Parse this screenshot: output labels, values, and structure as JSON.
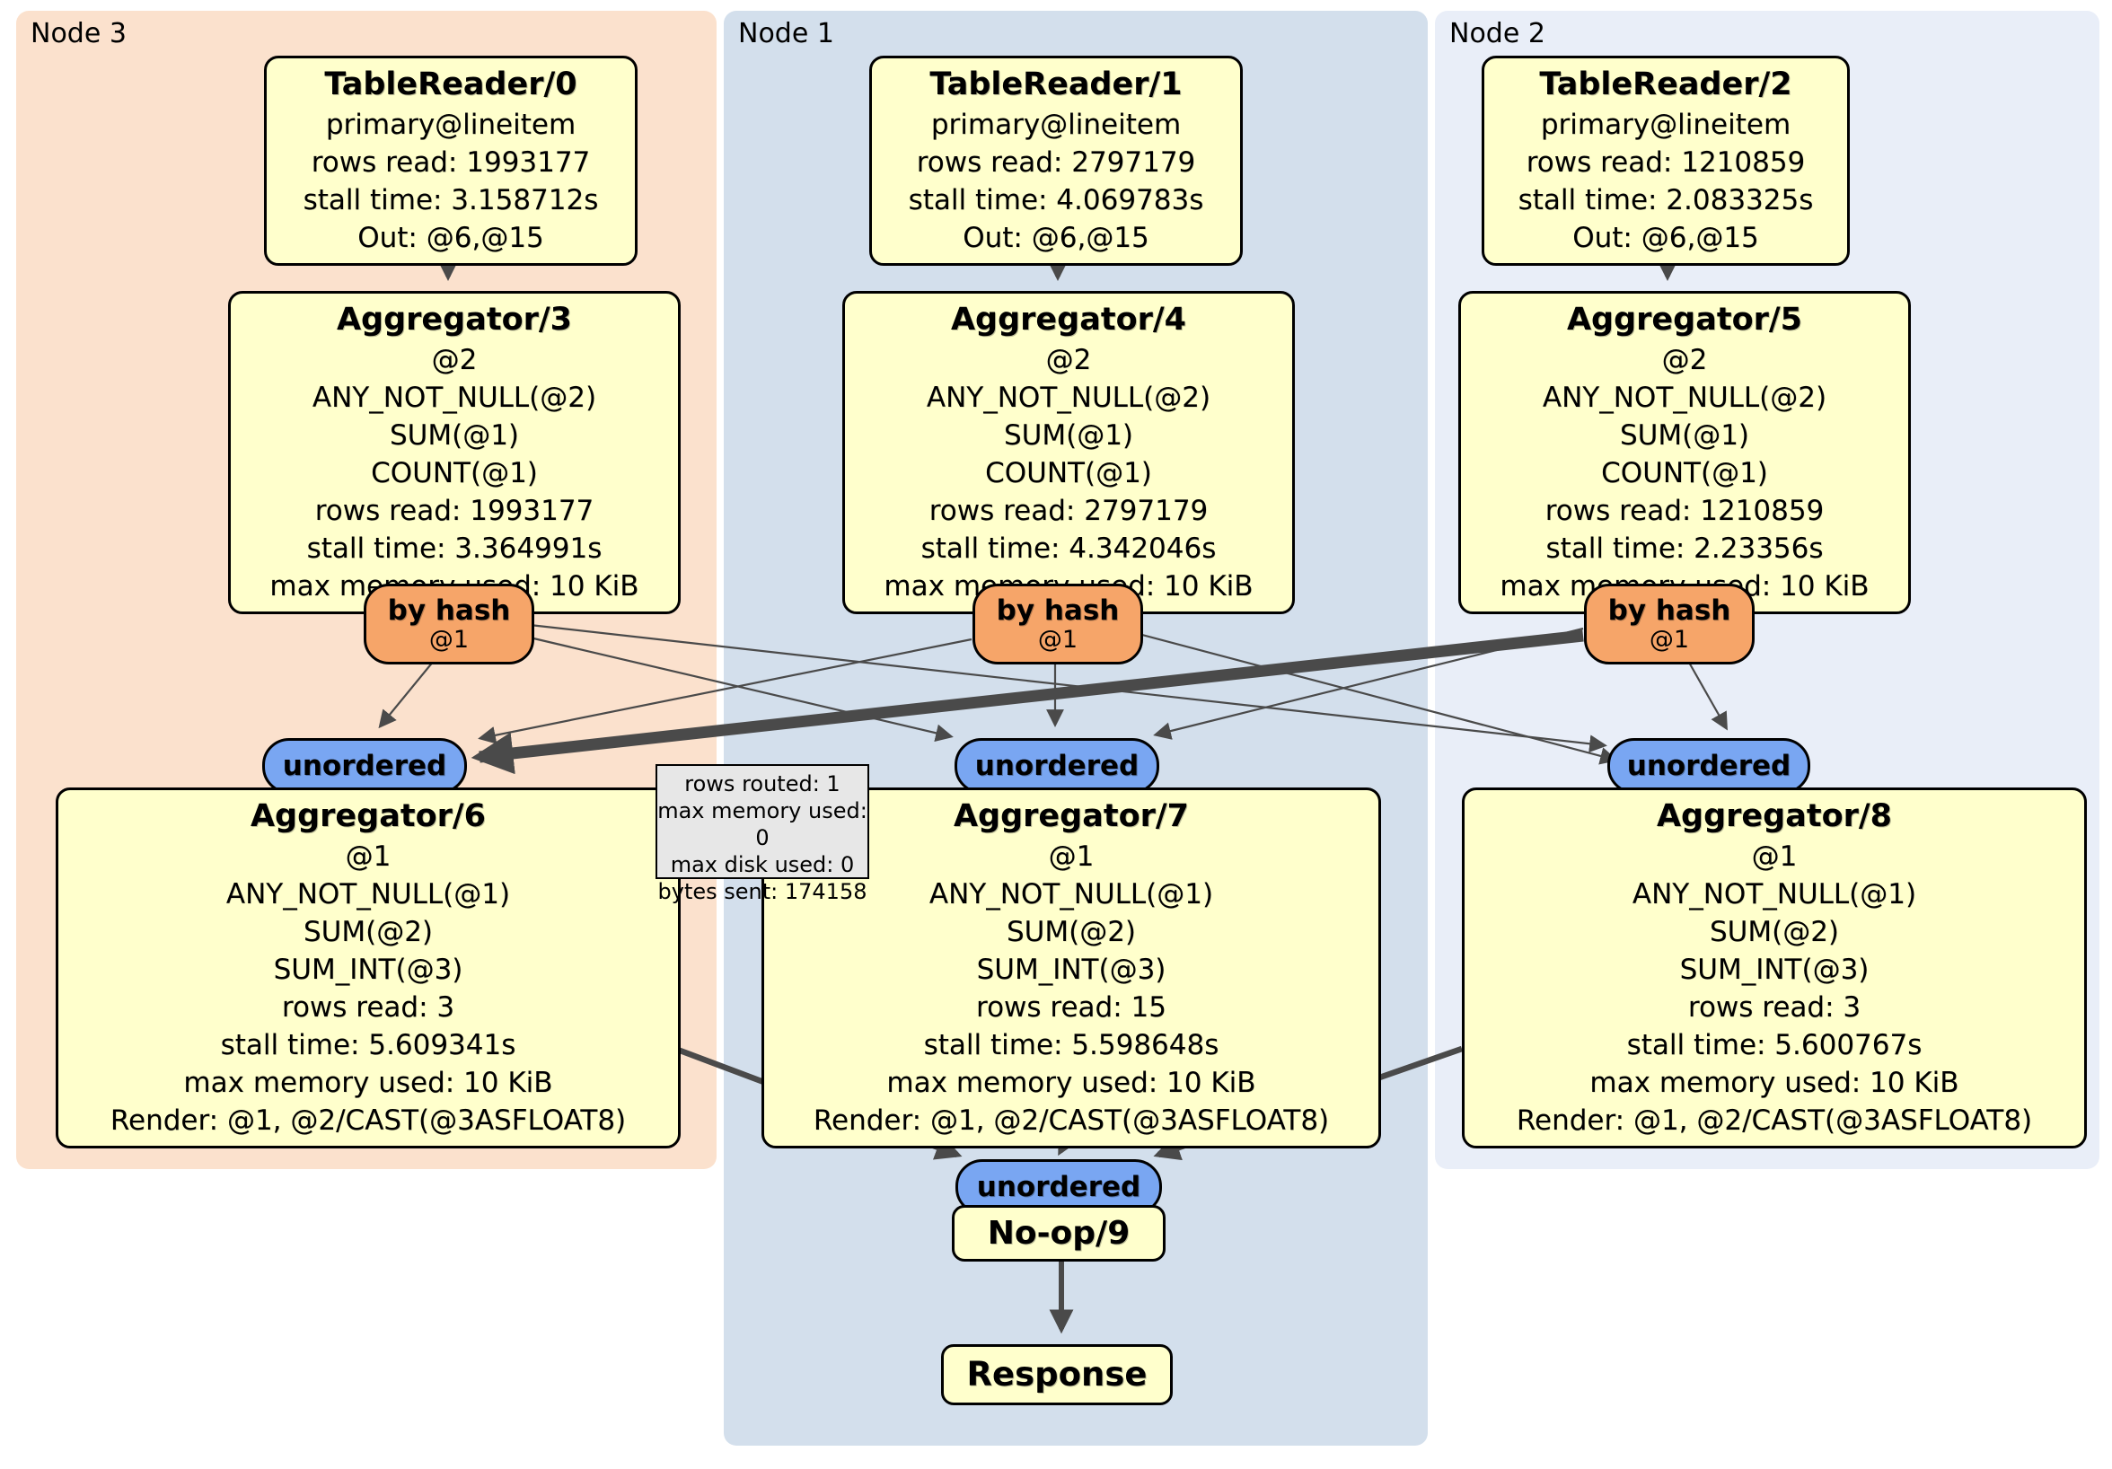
{
  "panels": {
    "node3": {
      "label": "Node 3"
    },
    "node1": {
      "label": "Node 1"
    },
    "node2": {
      "label": "Node 2"
    }
  },
  "processors": {
    "tablereader0": {
      "title": "TableReader/0",
      "lines": [
        "primary@lineitem",
        "rows read: 1993177",
        "stall time: 3.158712s",
        "Out: @6,@15"
      ]
    },
    "tablereader1": {
      "title": "TableReader/1",
      "lines": [
        "primary@lineitem",
        "rows read: 2797179",
        "stall time: 4.069783s",
        "Out: @6,@15"
      ]
    },
    "tablereader2": {
      "title": "TableReader/2",
      "lines": [
        "primary@lineitem",
        "rows read: 1210859",
        "stall time: 2.083325s",
        "Out: @6,@15"
      ]
    },
    "aggregator3": {
      "title": "Aggregator/3",
      "lines": [
        "@2",
        "ANY_NOT_NULL(@2)",
        "SUM(@1)",
        "COUNT(@1)",
        "rows read: 1993177",
        "stall time: 3.364991s",
        "max memory used: 10 KiB"
      ]
    },
    "aggregator4": {
      "title": "Aggregator/4",
      "lines": [
        "@2",
        "ANY_NOT_NULL(@2)",
        "SUM(@1)",
        "COUNT(@1)",
        "rows read: 2797179",
        "stall time: 4.342046s",
        "max memory used: 10 KiB"
      ]
    },
    "aggregator5": {
      "title": "Aggregator/5",
      "lines": [
        "@2",
        "ANY_NOT_NULL(@2)",
        "SUM(@1)",
        "COUNT(@1)",
        "rows read: 1210859",
        "stall time: 2.23356s",
        "max memory used: 10 KiB"
      ]
    },
    "aggregator6": {
      "title": "Aggregator/6",
      "lines": [
        "@1",
        "ANY_NOT_NULL(@1)",
        "SUM(@2)",
        "SUM_INT(@3)",
        "rows read: 3",
        "stall time: 5.609341s",
        "max memory used: 10 KiB",
        "Render: @1, @2/CAST(@3ASFLOAT8)"
      ]
    },
    "aggregator7": {
      "title": "Aggregator/7",
      "lines": [
        "@1",
        "ANY_NOT_NULL(@1)",
        "SUM(@2)",
        "SUM_INT(@3)",
        "rows read: 15",
        "stall time: 5.598648s",
        "max memory used: 10 KiB",
        "Render: @1, @2/CAST(@3ASFLOAT8)"
      ]
    },
    "aggregator8": {
      "title": "Aggregator/8",
      "lines": [
        "@1",
        "ANY_NOT_NULL(@1)",
        "SUM(@2)",
        "SUM_INT(@3)",
        "rows read: 3",
        "stall time: 5.600767s",
        "max memory used: 10 KiB",
        "Render: @1, @2/CAST(@3ASFLOAT8)"
      ]
    },
    "noop9": {
      "title": "No-op/9"
    },
    "response": {
      "title": "Response"
    }
  },
  "routers": {
    "node3": {
      "label": "by hash",
      "detail": "@1"
    },
    "node1": {
      "label": "by hash",
      "detail": "@1"
    },
    "node2": {
      "label": "by hash",
      "detail": "@1"
    }
  },
  "synchronizers": {
    "node3": "unordered",
    "node1": "unordered",
    "node2": "unordered",
    "final": "unordered"
  },
  "edge_tooltip": {
    "lines": [
      "rows routed: 1",
      "max memory used: 0",
      "max disk used: 0",
      "bytes sent: 174158"
    ]
  },
  "colors": {
    "processor_fill": "#ffffcc",
    "router_fill": "#f6a569",
    "sync_fill": "#79a6f2",
    "node3_bg": "#fbe1cd",
    "node1_bg": "#d3dfec",
    "node2_bg": "#e9eef8",
    "edge": "#4a4a4a",
    "tooltip_bg": "#e7e7e7"
  }
}
